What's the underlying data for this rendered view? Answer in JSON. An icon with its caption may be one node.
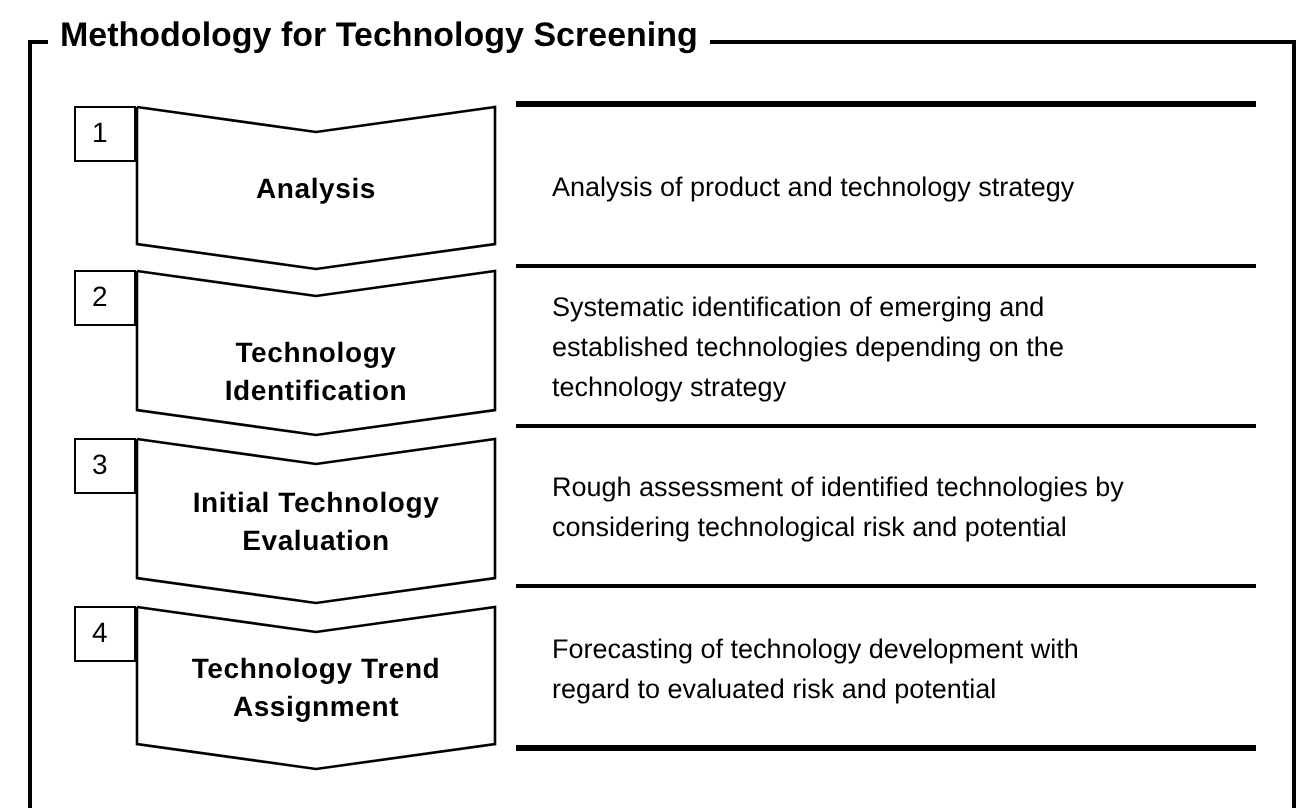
{
  "diagram": {
    "nodes": [
      {
        "text": [
          "Methodology for Technology Screening"
        ]
      },
      {
        "text": [
          "1"
        ],
        "in": 0
      },
      {
        "text": [
          "Analysis"
        ],
        "in": 0,
        "beside": [
          "Analysis of product and  technology strategy"
        ]
      },
      {
        "text": [
          "2"
        ],
        "in": 0
      },
      {
        "text": [
          "Technology Identification"
        ],
        "in": 0,
        "beside": [
          "Systematic identification of emerging and established technologies depending on the technology strategy"
        ]
      },
      {
        "text": [
          "3"
        ],
        "in": 0
      },
      {
        "text": [
          "Initial Technology Evaluation"
        ],
        "in": 0,
        "beside": [
          "Rough assessment of identified technologies by considering technological risk and potential"
        ]
      },
      {
        "text": [
          "4"
        ],
        "in": 0
      },
      {
        "text": [
          "Technology Trend Assignment"
        ],
        "in": 0,
        "beside": [
          "Forecasting of technology development with regard to evaluated risk and potential"
        ]
      }
    ]
  }
}
